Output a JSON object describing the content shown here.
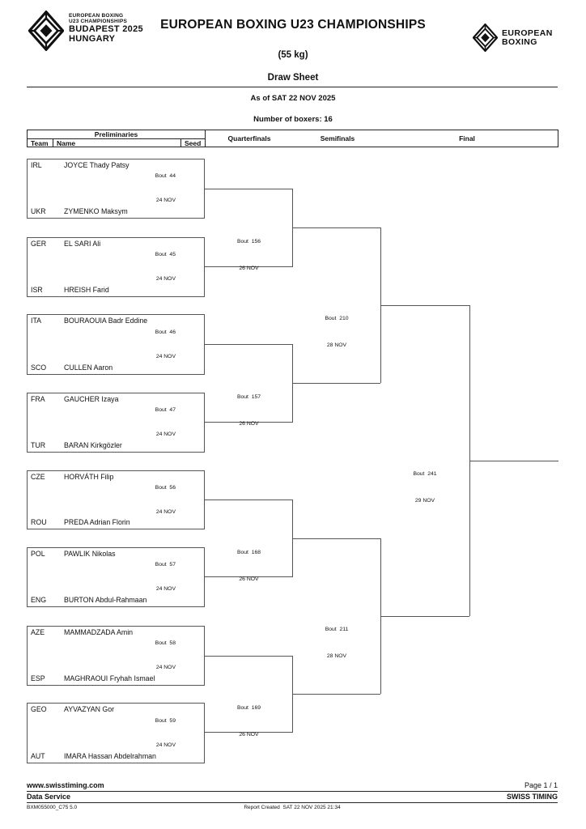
{
  "logo_left": {
    "line1": "EUROPEAN BOXING",
    "line2": "U23 CHAMPIONSHIPS",
    "line3": "BUDAPEST 2025",
    "line4": "HUNGARY"
  },
  "logo_right": {
    "line1": "EUROPEAN",
    "line2": "BOXING"
  },
  "header": {
    "title": "EUROPEAN BOXING U23 CHAMPIONSHIPS",
    "weight_category": "(55 kg)",
    "document_type": "Draw Sheet",
    "as_of_date": "As of SAT 22 NOV 2025",
    "boxers_count": "Number of boxers: 16"
  },
  "columns": {
    "preliminaries": "Preliminaries",
    "team": "Team",
    "name": "Name",
    "seed": "Seed",
    "quarterfinals": "Quarterfinals",
    "semifinals": "Semifinals",
    "final": "Final"
  },
  "bracket": {
    "preliminaries": [
      {
        "team1": "IRL",
        "name1": "JOYCE Thady Patsy",
        "team2": "UKR",
        "name2": "ZYMENKO Maksym",
        "bout": "Bout  44",
        "date": "24 NOV"
      },
      {
        "team1": "GER",
        "name1": "EL SARI Ali",
        "team2": "ISR",
        "name2": "HREISH Farid",
        "bout": "Bout  45",
        "date": "24 NOV"
      },
      {
        "team1": "ITA",
        "name1": "BOURAOUIA Badr Eddine",
        "team2": "SCO",
        "name2": "CULLEN Aaron",
        "bout": "Bout  46",
        "date": "24 NOV"
      },
      {
        "team1": "FRA",
        "name1": "GAUCHER Izaya",
        "team2": "TUR",
        "name2": "BARAN Kirkgözler",
        "bout": "Bout  47",
        "date": "24 NOV"
      },
      {
        "team1": "CZE",
        "name1": "HORVÁTH Filip",
        "team2": "ROU",
        "name2": "PREDA Adrian Florin",
        "bout": "Bout  56",
        "date": "24 NOV"
      },
      {
        "team1": "POL",
        "name1": "PAWLIK Nikolas",
        "team2": "ENG",
        "name2": "BURTON Abdul-Rahmaan",
        "bout": "Bout  57",
        "date": "24 NOV"
      },
      {
        "team1": "AZE",
        "name1": "MAMMADZADA Amin",
        "team2": "ESP",
        "name2": "MAGHRAOUI Fryhah Ismael",
        "bout": "Bout  58",
        "date": "24 NOV"
      },
      {
        "team1": "GEO",
        "name1": "AYVAZYAN Gor",
        "team2": "AUT",
        "name2": "IMARA Hassan Abdelrahman",
        "bout": "Bout  59",
        "date": "24 NOV"
      }
    ],
    "quarterfinals": [
      {
        "bout": "Bout  156",
        "date": "26 NOV"
      },
      {
        "bout": "Bout  157",
        "date": "26 NOV"
      },
      {
        "bout": "Bout  168",
        "date": "26 NOV"
      },
      {
        "bout": "Bout  169",
        "date": "26 NOV"
      }
    ],
    "semifinals": [
      {
        "bout": "Bout  210",
        "date": "28 NOV"
      },
      {
        "bout": "Bout  211",
        "date": "28 NOV"
      }
    ],
    "final": {
      "bout": "Bout  241",
      "date": "29 NOV"
    }
  },
  "footer": {
    "website": "www.swisstiming.com",
    "page": "Page 1 / 1",
    "service": "Data Service",
    "timing": "SWISS TIMING",
    "code": "BXM055000_C75 5.0",
    "report_created": "Report Created  SAT 22 NOV 2025 21:34"
  }
}
